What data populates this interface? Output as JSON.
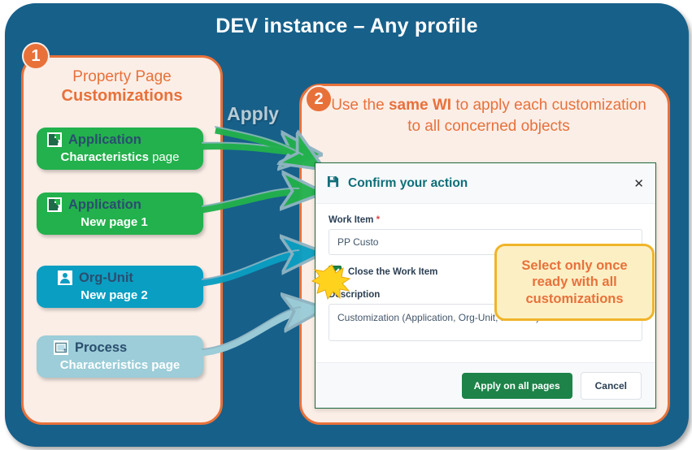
{
  "frame": {
    "title": "DEV instance – Any profile",
    "bg_color": "#17608A"
  },
  "step1": {
    "badge": "1",
    "heading_line1": "Property Page",
    "heading_line2": "Customizations",
    "accent_color": "#E8713A",
    "panel_bg": "#FBEEE7",
    "objects": [
      {
        "icon": "application-icon",
        "title": "Application",
        "sub_bold": "Characteristics",
        "sub_regular": " page",
        "color": "#22B14C"
      },
      {
        "icon": "application-icon",
        "title": "Application",
        "sub_bold": "New page 1",
        "sub_regular": "",
        "color": "#22B14C"
      },
      {
        "icon": "org-unit-icon",
        "title": "Org-Unit",
        "sub_bold": "New page 2",
        "sub_regular": "",
        "color": "#0A9EC2"
      },
      {
        "icon": "process-icon",
        "title": "Process",
        "sub_bold": "Characteristics page",
        "sub_regular": "",
        "color": "#9CCDD8"
      }
    ]
  },
  "apply_label": "Apply",
  "step2": {
    "badge": "2",
    "heading_part1": "Use the ",
    "heading_bold": "same WI",
    "heading_part2": " to apply each customization to all concerned objects"
  },
  "dialog": {
    "icon": "save-disk-icon",
    "title": "Confirm your action",
    "close_icon": "close-icon",
    "work_item": {
      "label": "Work Item",
      "required_marker": "*",
      "value": "PP Custo"
    },
    "checkbox": {
      "label": "Close the Work Item",
      "checked": true
    },
    "description": {
      "label": "Description",
      "value": "Customization (Application, Org-Unit, Process)"
    },
    "buttons": {
      "primary": "Apply on all pages",
      "secondary": "Cancel"
    },
    "border_color": "#1C6B3A",
    "primary_color": "#1D8348"
  },
  "callout": {
    "text": "Select only once ready with all customizations",
    "line1": "Select only once",
    "line2": "ready with all",
    "line3": "customizations",
    "bg_color": "#FCEFC4",
    "border_color": "#F0B429",
    "text_color": "#E8713A"
  },
  "arrows": [
    {
      "name": "arrow-application-characteristics",
      "color": "#22B14C"
    },
    {
      "name": "arrow-application-new-page-1",
      "color": "#22B14C"
    },
    {
      "name": "arrow-org-unit-new-page-2",
      "color": "#0A9EC2"
    },
    {
      "name": "arrow-process-characteristics",
      "color": "#9CCDD8"
    },
    {
      "name": "arrow-apply-to-dialog",
      "color": "#22B14C"
    },
    {
      "name": "arrow-callout-to-checkbox",
      "color": "#C85A1E"
    }
  ]
}
